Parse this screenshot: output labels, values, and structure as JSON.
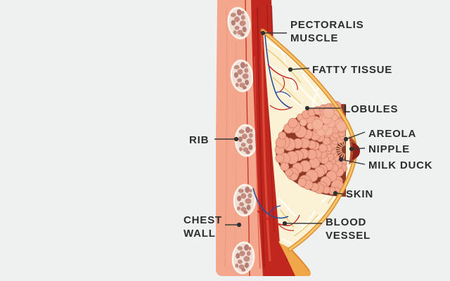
{
  "labels": {
    "pectoralis_muscle": {
      "line1": "PECTORALIS",
      "line2": "MUSCLE"
    },
    "fatty_tissue": {
      "text": "FATTY TISSUE"
    },
    "lobules": {
      "text": "LOBULES"
    },
    "areola": {
      "text": "AREOLA"
    },
    "nipple": {
      "text": "NIPPLE"
    },
    "milk_duck": {
      "text": "MILK DUCK"
    },
    "skin": {
      "text": "SKIN"
    },
    "blood_vessel": {
      "line1": "BLOOD",
      "line2": "VESSEL"
    },
    "rib": {
      "text": "RIB"
    },
    "chest_wall": {
      "line1": "CHEST",
      "line2": "WALL"
    }
  },
  "colors": {
    "background": "#EFF0F0",
    "label_text": "#2D2D2D",
    "leader_line": "#3A3A3A",
    "chest_wall_skin": "#F4A78D",
    "rib_bone": "#F0DFD6",
    "rib_marrow": "#C48B7F",
    "muscle_red": "#C1271E",
    "skin_orange": "#ECA23F",
    "fatty_tissue_cream": "#FBF2D6",
    "lobule_dark": "#8E3827",
    "lobule_pink": "#F2A78F",
    "vessel_red": "#C5251D",
    "vessel_blue": "#2C4B9B"
  }
}
